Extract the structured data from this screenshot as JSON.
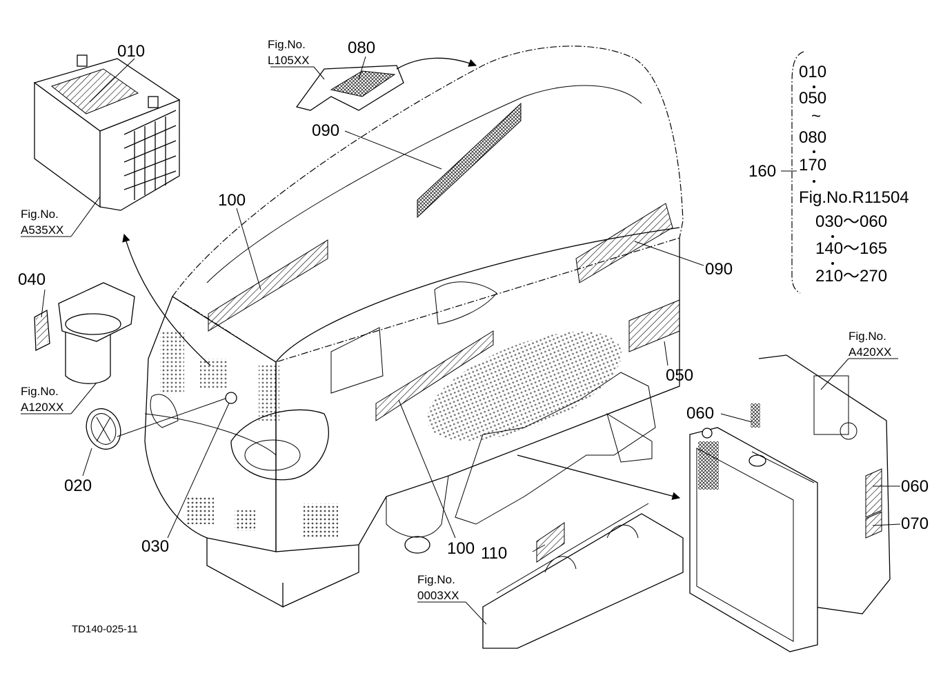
{
  "callouts": [
    {
      "id": "c010",
      "text": "010"
    },
    {
      "id": "c080",
      "text": "080"
    },
    {
      "id": "c090a",
      "text": "090"
    },
    {
      "id": "c090b",
      "text": "090"
    },
    {
      "id": "c100a",
      "text": "100"
    },
    {
      "id": "c100b",
      "text": "100"
    },
    {
      "id": "c040",
      "text": "040"
    },
    {
      "id": "c020",
      "text": "020"
    },
    {
      "id": "c030",
      "text": "030"
    },
    {
      "id": "c050",
      "text": "050"
    },
    {
      "id": "c060a",
      "text": "060"
    },
    {
      "id": "c060b",
      "text": "060"
    },
    {
      "id": "c070",
      "text": "070"
    },
    {
      "id": "c110",
      "text": "110"
    },
    {
      "id": "c160",
      "text": "160"
    }
  ],
  "fig_refs": {
    "fig_label": "Fig.No.",
    "l105": "L105XX",
    "a535": "A535XX",
    "a120": "A120XX",
    "a420": "A420XX",
    "f0003": "0003XX"
  },
  "set_bracket": {
    "lines": [
      "010",
      "050",
      "080",
      "170",
      "Fig.No.R11504",
      "030～060",
      "140～165",
      "210～270"
    ],
    "tilde": "~"
  },
  "drawing_code": "TD140-025-11"
}
